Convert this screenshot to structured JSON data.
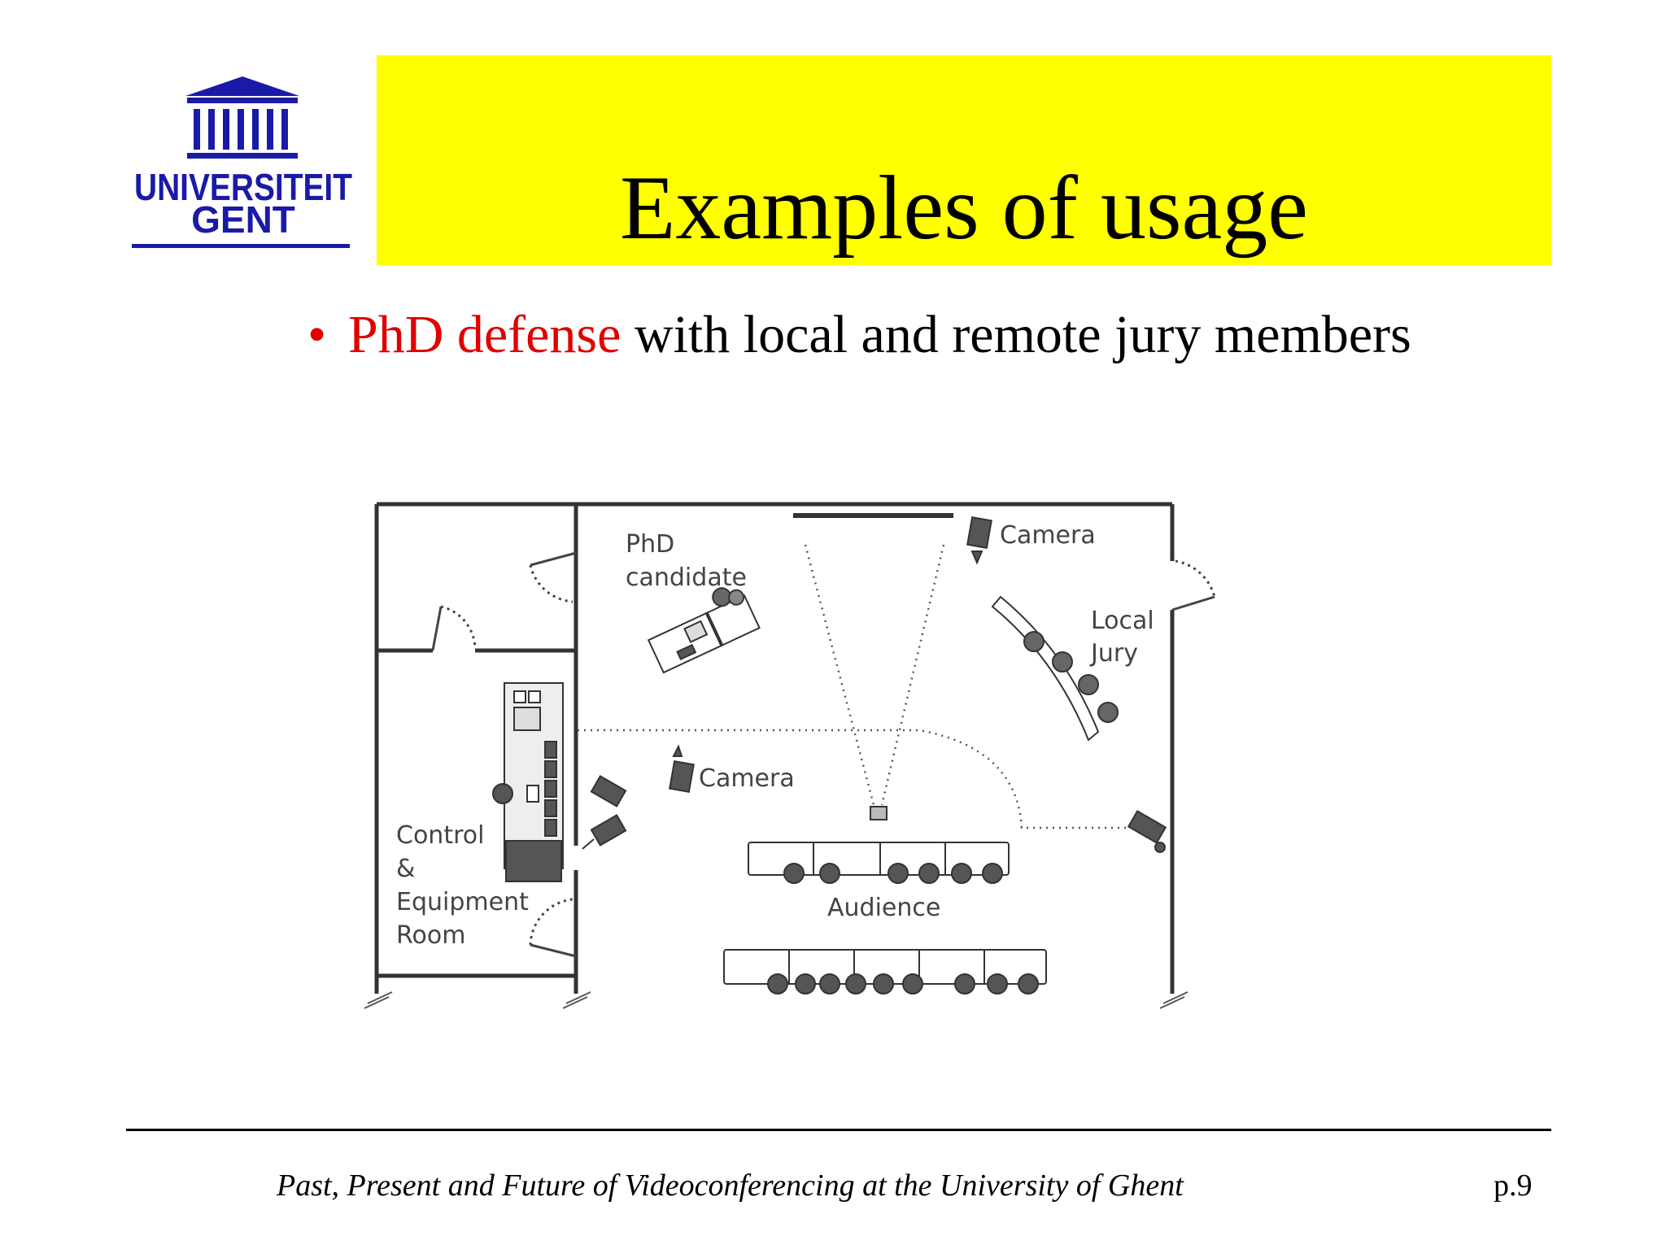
{
  "logo": {
    "line1": "UNIVERSITEIT",
    "line2": "GENT",
    "color": "#1a1aa8"
  },
  "slide": {
    "title": "Examples of usage",
    "bullet_symbol": "•",
    "bullet_highlight": "PhD defense",
    "bullet_rest": " with local and remote jury members",
    "accent_color": "#e00000",
    "title_bg": "#ffff00"
  },
  "floorplan": {
    "labels": {
      "phd_line1": "PhD",
      "phd_line2": "candidate",
      "camera_top": "Camera",
      "local": "Local",
      "jury": "Jury",
      "camera_mid": "Camera",
      "control_line1": "Control",
      "control_line2": "&",
      "control_line3": "Equipment",
      "control_line4": "Room",
      "audience": "Audience"
    }
  },
  "footer": {
    "text": "Past, Present and Future of Videoconferencing at the University of Ghent",
    "page": "p.9"
  }
}
